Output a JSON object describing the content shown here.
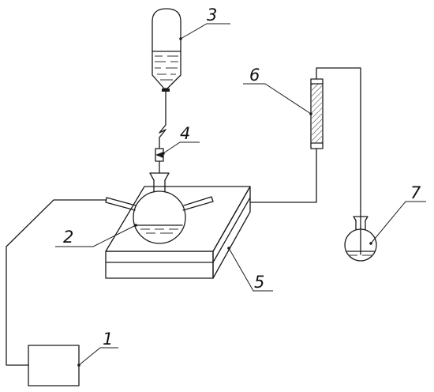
{
  "diagram": {
    "labels": {
      "power_source": "1",
      "flask": "2",
      "dropping_funnel": "3",
      "stopcock": "4",
      "heater": "5",
      "condenser": "6",
      "receiver": "7"
    }
  }
}
